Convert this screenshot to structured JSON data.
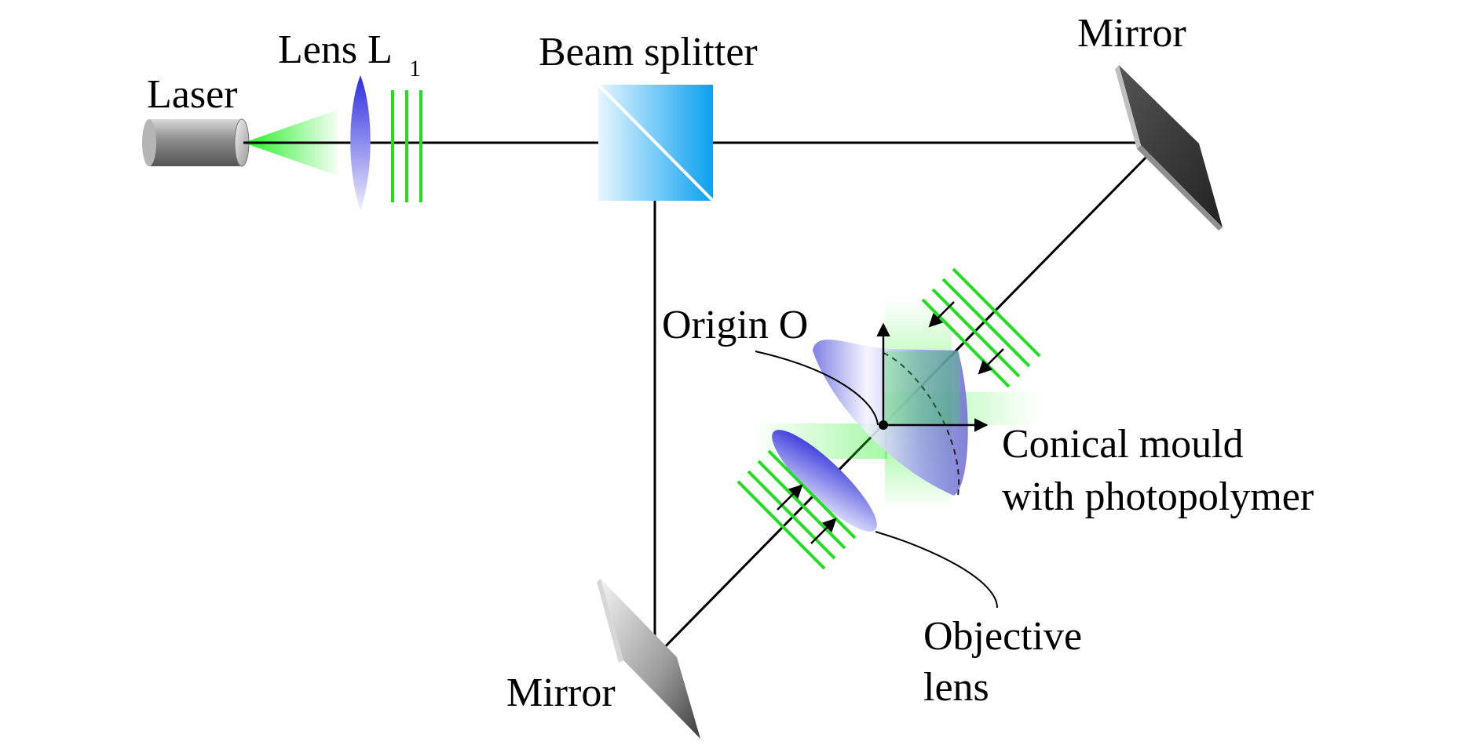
{
  "labels": {
    "laser": "Laser",
    "lens_l1_main": "Lens L",
    "lens_l1_sub": "1",
    "beam_splitter": "Beam splitter",
    "mirror_top": "Mirror",
    "mirror_bottom": "Mirror",
    "origin": "Origin O",
    "conical_line1": "Conical mould",
    "conical_line2": "with photopolymer",
    "objective_line1": "Objective",
    "objective_line2": "lens"
  },
  "colors": {
    "beam": "#000000",
    "wavefront": "#22dd22",
    "lens": "#4a4ae8",
    "splitter": "#1aa6ef",
    "mirror": "#333333",
    "cone": "#8a8ae8"
  }
}
